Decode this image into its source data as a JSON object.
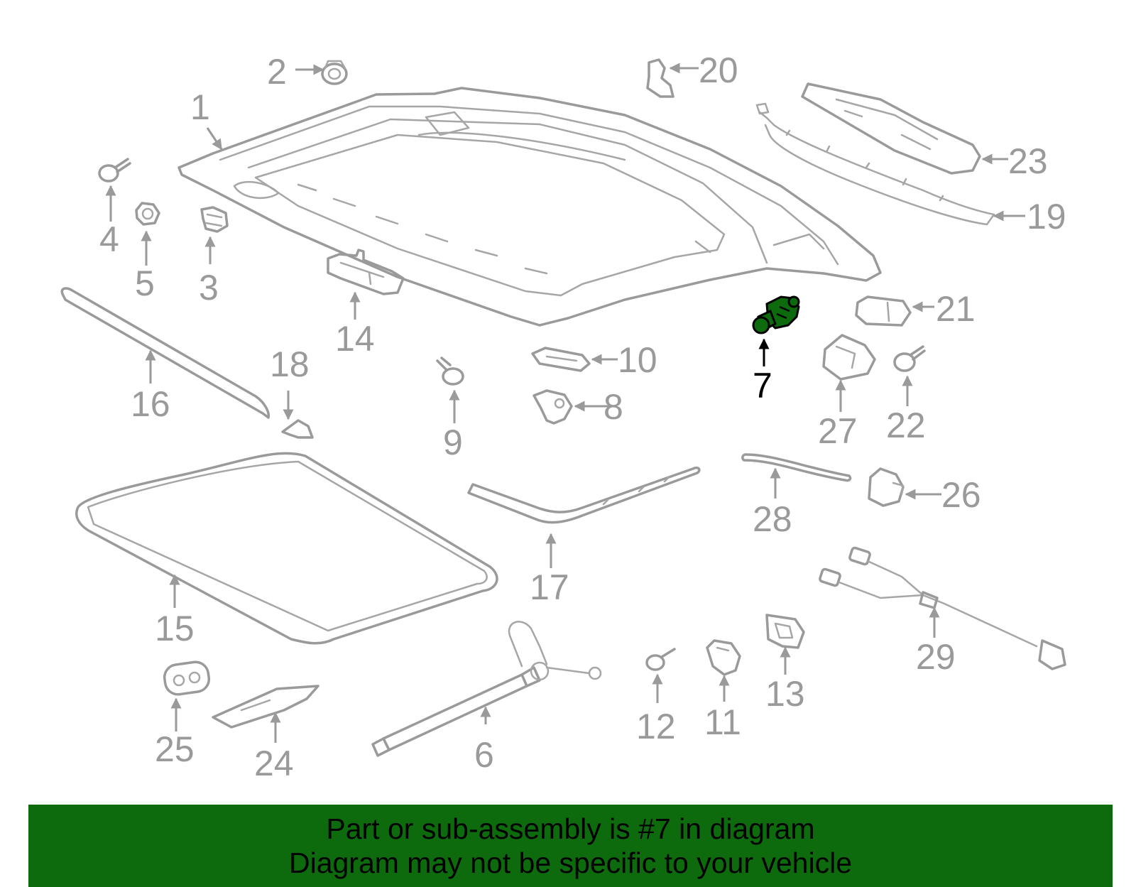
{
  "diagram": {
    "highlighted_part": "7",
    "highlight_color": "#0d6b0d",
    "callouts": {
      "c1": "1",
      "c2": "2",
      "c3": "3",
      "c4": "4",
      "c5": "5",
      "c6": "6",
      "c7": "7",
      "c8": "8",
      "c9": "9",
      "c10": "10",
      "c11": "11",
      "c12": "12",
      "c13": "13",
      "c14": "14",
      "c15": "15",
      "c16": "16",
      "c17": "17",
      "c18": "18",
      "c19": "19",
      "c20": "20",
      "c21": "21",
      "c22": "22",
      "c23": "23",
      "c24": "24",
      "c25": "25",
      "c26": "26",
      "c27": "27",
      "c28": "28",
      "c29": "29"
    }
  },
  "banner": {
    "line1": "Part or sub-assembly is #7 in diagram",
    "line2": "Diagram may not be specific to your vehicle"
  }
}
